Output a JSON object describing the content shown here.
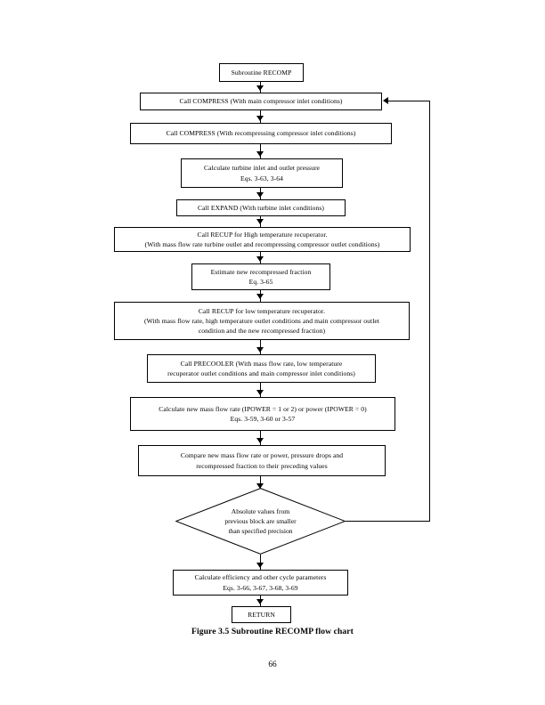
{
  "page": {
    "folio": "66",
    "caption": "Figure 3.5 Subroutine RECOMP flow chart",
    "ink_color": "#000000",
    "paper_color": "#ffffff"
  },
  "flowchart": {
    "title": "Subroutine RECOMP flow chart",
    "nodes": [
      {
        "id": "start",
        "shape": "process",
        "label": "Subroutine RECOMP"
      },
      {
        "id": "compress-main",
        "shape": "process",
        "label": "Call COMPRESS (With main compressor inlet conditions)"
      },
      {
        "id": "compress-recomp",
        "shape": "process",
        "label": "Call COMPRESS (With recompressing compressor inlet conditions)"
      },
      {
        "id": "turbine-pressure",
        "shape": "process",
        "label": "Calculate turbine inlet and outlet pressure\nEqs. 3-63, 3-64"
      },
      {
        "id": "expand",
        "shape": "process",
        "label": "Call EXPAND (With turbine inlet conditions)"
      },
      {
        "id": "recup-high",
        "shape": "process",
        "label": "Call RECUP for High temperature recuperator.\n(With mass flow rate turbine outlet and recompressing compressor outlet conditions)"
      },
      {
        "id": "estimate-fraction",
        "shape": "process",
        "label": "Estimate new recompressed fraction\nEq. 3-65"
      },
      {
        "id": "recup-low",
        "shape": "process",
        "label": "Call RECUP for low temperature recuperator.\n(With mass flow rate, high temperature outlet conditions and main compressor outlet\ncondition and the new recompressed fraction)"
      },
      {
        "id": "precooler",
        "shape": "process",
        "label": "Call PRECOOLER (With mass flow rate, low temperature\nrecuperator outlet conditions and main compressor inlet conditions)"
      },
      {
        "id": "new-mass-flow",
        "shape": "process",
        "label": "Calculate new mass flow rate (IPOWER = 1 or 2) or power (IPOWER = 0)\nEqs. 3-59, 3-60 or 3-57"
      },
      {
        "id": "compare",
        "shape": "process",
        "label": "Compare new mass flow rate or power, pressure drops and\nrecompressed fraction to their preceding values"
      },
      {
        "id": "decision",
        "shape": "decision",
        "label": "Absolute values from\nprevious block are smaller\nthan specified precision"
      },
      {
        "id": "efficiency",
        "shape": "process",
        "label": "Calculate efficiency and other cycle parameters\nEqs. 3-66, 3-67, 3-68, 3-69"
      },
      {
        "id": "return",
        "shape": "terminator",
        "label": "RETURN"
      }
    ],
    "edges": [
      {
        "from": "start",
        "to": "compress-main",
        "kind": "down"
      },
      {
        "from": "compress-main",
        "to": "compress-recomp",
        "kind": "down"
      },
      {
        "from": "compress-recomp",
        "to": "turbine-pressure",
        "kind": "down"
      },
      {
        "from": "turbine-pressure",
        "to": "expand",
        "kind": "down"
      },
      {
        "from": "expand",
        "to": "recup-high",
        "kind": "down"
      },
      {
        "from": "recup-high",
        "to": "estimate-fraction",
        "kind": "down"
      },
      {
        "from": "estimate-fraction",
        "to": "recup-low",
        "kind": "down"
      },
      {
        "from": "recup-low",
        "to": "precooler",
        "kind": "down"
      },
      {
        "from": "precooler",
        "to": "new-mass-flow",
        "kind": "down"
      },
      {
        "from": "new-mass-flow",
        "to": "compare",
        "kind": "down"
      },
      {
        "from": "compare",
        "to": "decision",
        "kind": "down"
      },
      {
        "from": "decision",
        "to": "efficiency",
        "kind": "down"
      },
      {
        "from": "efficiency",
        "to": "return",
        "kind": "down"
      },
      {
        "from": "decision",
        "to": "compress-main",
        "kind": "feedback-right-up"
      }
    ]
  }
}
